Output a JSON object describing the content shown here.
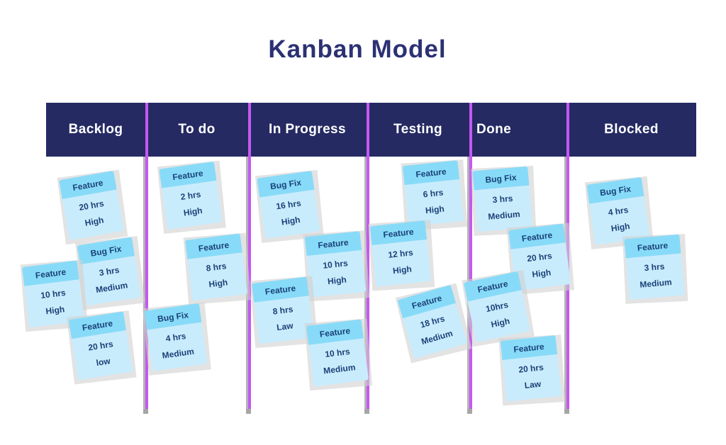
{
  "title": "Kanban Model",
  "colors": {
    "title_text": "#2b3173",
    "header_bar": "#252a63",
    "header_text": "#ffffff",
    "separator_purple": "#c558f2",
    "separator_shadow": "#a6a6a6",
    "card_header_blue": "#87dbf8",
    "card_body_blue": "#c9ecfc",
    "card_text": "#1b4178"
  },
  "board": {
    "columns": [
      {
        "name": "Backlog",
        "cards": [
          {
            "type": "Feature",
            "hours": "20 hrs",
            "priority": "High"
          },
          {
            "type": "Bug Fix",
            "hours": "3 hrs",
            "priority": "Medium"
          },
          {
            "type": "Feature",
            "hours": "10 hrs",
            "priority": "High"
          },
          {
            "type": "Feature",
            "hours": "20 hrs",
            "priority": "low"
          }
        ]
      },
      {
        "name": "To do",
        "cards": [
          {
            "type": "Feature",
            "hours": "2 hrs",
            "priority": "High"
          },
          {
            "type": "Feature",
            "hours": "8 hrs",
            "priority": "High"
          },
          {
            "type": "Bug Fix",
            "hours": "4 hrs",
            "priority": "Medium"
          }
        ]
      },
      {
        "name": "In Progress",
        "cards": [
          {
            "type": "Bug Fix",
            "hours": "16 hrs",
            "priority": "High"
          },
          {
            "type": "Feature",
            "hours": "10 hrs",
            "priority": "High"
          },
          {
            "type": "Feature",
            "hours": "8 hrs",
            "priority": "Law"
          },
          {
            "type": "Feature",
            "hours": "10 hrs",
            "priority": "Medium"
          }
        ]
      },
      {
        "name": "Testing",
        "cards": [
          {
            "type": "Feature",
            "hours": "6 hrs",
            "priority": "High"
          },
          {
            "type": "Feature",
            "hours": "12 hrs",
            "priority": "High"
          },
          {
            "type": "Feature",
            "hours": "18 hrs",
            "priority": "Medium"
          }
        ]
      },
      {
        "name": "Done",
        "cards": [
          {
            "type": "Bug Fix",
            "hours": "3 hrs",
            "priority": "Medium"
          },
          {
            "type": "Feature",
            "hours": "20 hrs",
            "priority": "High"
          },
          {
            "type": "Feature",
            "hours": "10hrs",
            "priority": "High"
          },
          {
            "type": "Feature",
            "hours": "20 hrs",
            "priority": "Law"
          }
        ]
      },
      {
        "name": "Blocked",
        "cards": [
          {
            "type": "Bug Fix",
            "hours": "4 hrs",
            "priority": "High"
          },
          {
            "type": "Feature",
            "hours": "3 hrs",
            "priority": "Medium"
          }
        ]
      }
    ]
  }
}
